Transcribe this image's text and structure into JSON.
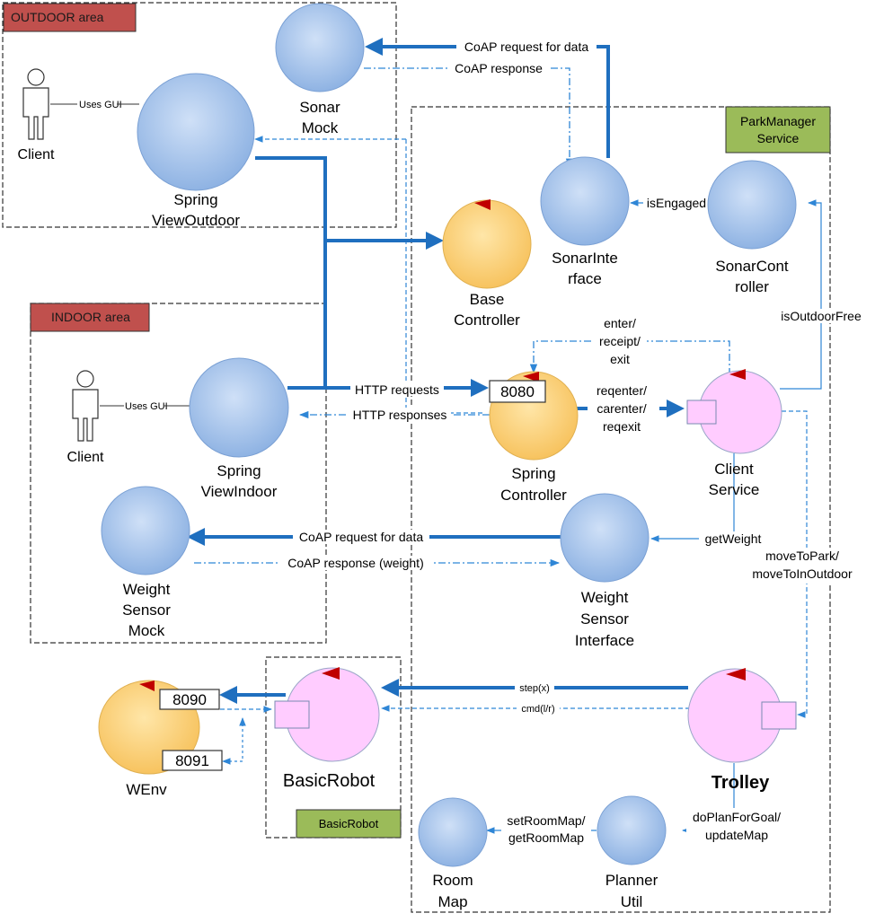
{
  "areas": {
    "outdoor": "OUTDOOR area",
    "indoor": "INDOOR area",
    "parkmanager": [
      "ParkManager",
      "Service"
    ],
    "basicrobot": "BasicRobot"
  },
  "actors": {
    "client_outdoor": "Client",
    "client_indoor": "Client",
    "uses_gui_outdoor": "Uses GUI",
    "uses_gui_indoor": "Uses GUI"
  },
  "nodes": {
    "sonar_mock": [
      "Sonar",
      "Mock"
    ],
    "spring_view_outdoor": [
      "Spring",
      "ViewOutdoor"
    ],
    "base_controller": [
      "Base",
      "Controller"
    ],
    "sonar_interface": [
      "SonarInte",
      "rface"
    ],
    "sonar_controller": [
      "SonarCont",
      "roller"
    ],
    "spring_view_indoor": [
      "Spring",
      "ViewIndoor"
    ],
    "spring_controller": [
      "Spring",
      "Controller"
    ],
    "client_service": [
      "Client",
      "Service"
    ],
    "weight_sensor_mock": [
      "Weight",
      "Sensor",
      "Mock"
    ],
    "weight_sensor_interface": [
      "Weight",
      "Sensor",
      "Interface"
    ],
    "wenv": "WEnv",
    "basic_robot": "BasicRobot",
    "trolley": "Trolley",
    "room_map": [
      "Room",
      "Map"
    ],
    "planner_util": [
      "Planner",
      "Util"
    ]
  },
  "ports": {
    "p8080": "8080",
    "p8090": "8090",
    "p8091": "8091"
  },
  "edges": {
    "coap_request_sonar": "CoAP request for data",
    "coap_response_sonar": "CoAP response",
    "is_engaged": "isEngaged",
    "is_outdoor_free": "isOutdoorFree",
    "enter_receipt_exit": [
      "enter/",
      "receipt/",
      "exit"
    ],
    "http_requests": "HTTP requests",
    "http_responses": "HTTP responses",
    "reqenter": [
      "reqenter/",
      "carenter/",
      "reqexit"
    ],
    "coap_request_weight": "CoAP request for data",
    "coap_response_weight": "CoAP response (weight)",
    "get_weight": "getWeight",
    "move_to_park": [
      "moveToPark/",
      "moveToInOutdoor"
    ],
    "step_x": "step(x)",
    "cmd_lr": "cmd(l/r)",
    "set_room_map": [
      "setRoomMap/",
      "getRoomMap"
    ],
    "do_plan": [
      "doPlanForGoal/",
      "updateMap"
    ]
  },
  "colors": {
    "blue_node": "#a9c4eb",
    "orange_node": "#ffd27f",
    "pink_node": "#ffccff",
    "area_red": "#c0504d",
    "area_green": "#9bbb59",
    "arrow_blue": "#1f6fbf",
    "marker_red": "#c00000"
  }
}
